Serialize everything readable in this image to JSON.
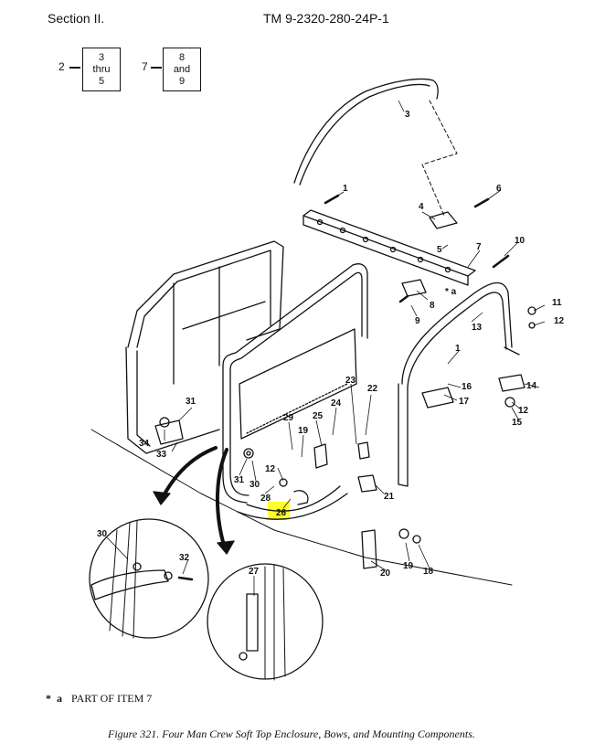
{
  "header": {
    "section": "Section II.",
    "tm_number": "TM 9-2320-280-24P-1"
  },
  "refs": [
    {
      "lead": "2",
      "lines": [
        "3",
        "thru",
        "5"
      ]
    },
    {
      "lead": "7",
      "lines": [
        "8",
        "and",
        "9"
      ]
    }
  ],
  "callouts": [
    "1",
    "2",
    "3",
    "4",
    "5",
    "6",
    "7",
    "8",
    "9",
    "10",
    "11",
    "12",
    "13",
    "14",
    "15",
    "16",
    "17",
    "18",
    "19",
    "20",
    "21",
    "22",
    "23",
    "24",
    "25",
    "26",
    "27",
    "28",
    "29",
    "30",
    "31",
    "32",
    "33",
    "34"
  ],
  "highlight_item": "26",
  "note": {
    "symbol": "*",
    "letter": "a",
    "text": "PART OF ITEM 7"
  },
  "caption": "Figure 321.  Four Man Crew Soft Top Enclosure, Bows, and Mounting Components."
}
